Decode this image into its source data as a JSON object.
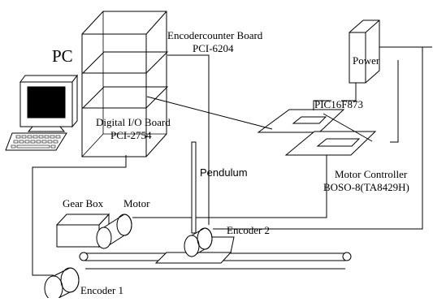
{
  "labels": {
    "pc": "PC",
    "encoder_board_name": "Encodercounter Board",
    "encoder_board_model": "PCI-6204",
    "power": "Power",
    "pic": "PIC16F873",
    "digital_io_name": "Digital I/O Board",
    "digital_io_model": "PCI-2754",
    "pendulum": "Pendulum",
    "motor_controller_name": "Motor Controller",
    "motor_controller_model": "BOSO-8(TA8429H)",
    "gear_box": "Gear Box",
    "motor": "Motor",
    "encoder2": "Encoder 2",
    "encoder1": "Encoder 1"
  }
}
